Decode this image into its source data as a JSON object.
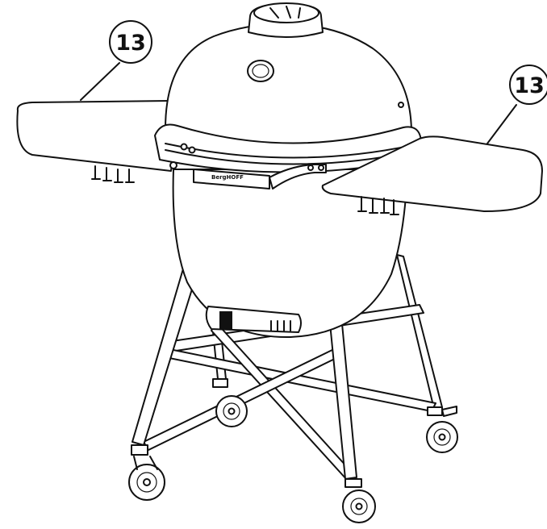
{
  "callouts": [
    {
      "id": "left-shelf",
      "label": "13"
    },
    {
      "id": "right-shelf",
      "label": "13"
    }
  ],
  "brand_label": "BergHOFF"
}
